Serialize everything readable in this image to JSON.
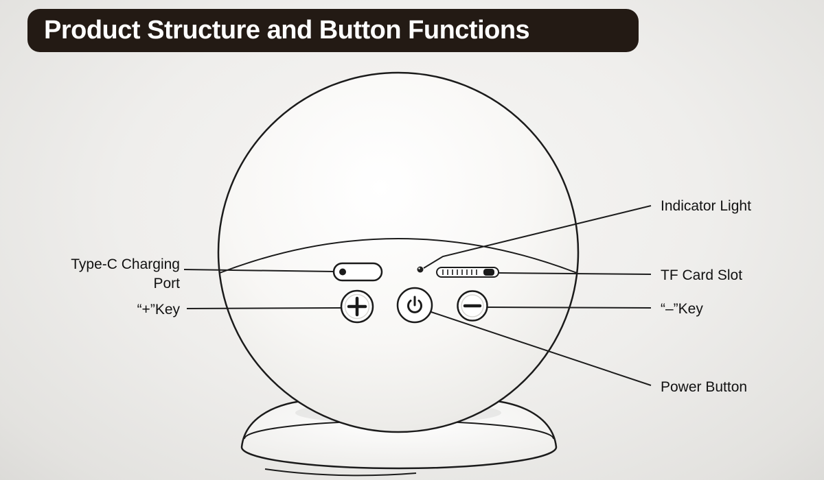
{
  "title": "Product Structure and Button Functions",
  "callouts": {
    "indicator_light": "Indicator Light",
    "type_c_line1": "Type-C Charging",
    "type_c_line2": "Port",
    "plus_key": "“+”Key",
    "tf_card_slot": "TF Card Slot",
    "minus_key": "“–”Key",
    "power_button": "Power Button"
  },
  "colors": {
    "banner_bg": "#231a14",
    "banner_text": "#ffffff",
    "outline": "#1b1b1b",
    "label_text": "#111111",
    "background": "#edecea"
  }
}
